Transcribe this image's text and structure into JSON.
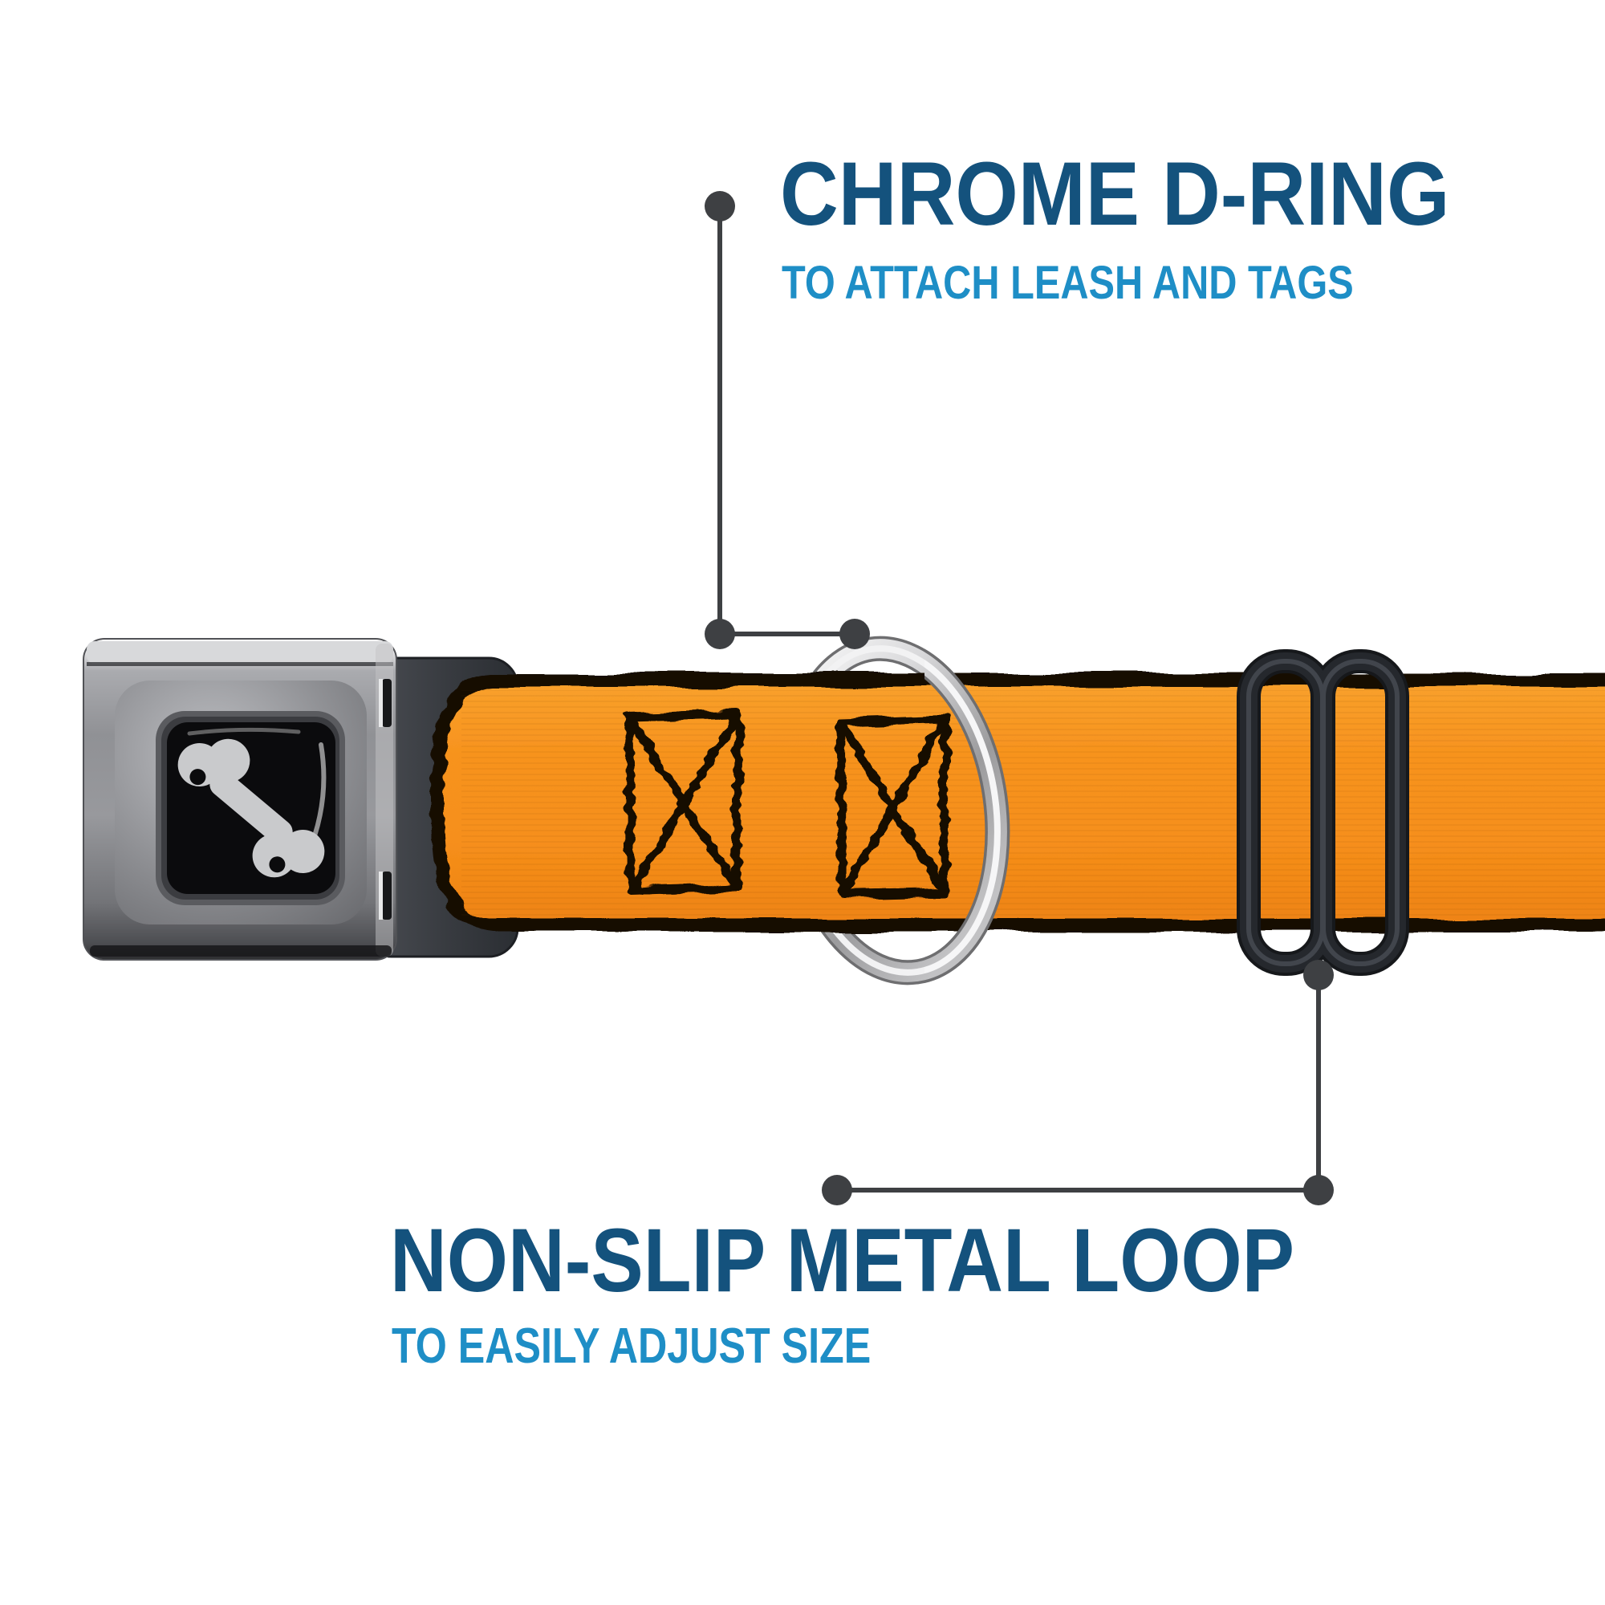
{
  "callouts": {
    "top": {
      "title": "CHROME D-RING",
      "subtitle": "TO ATTACH LEASH AND TAGS"
    },
    "bottom": {
      "title": "NON-SLIP METAL LOOP",
      "subtitle": "TO EASILY ADJUST SIZE"
    }
  },
  "colors": {
    "title_blue": "#14527D",
    "subtitle_blue": "#1E8EC6",
    "callout_line_gray": "#3E4043",
    "strap_orange": "#F7921E",
    "strap_edge_black": "#170C03",
    "buckle_silver": "#97989C",
    "buckle_window_black": "#0B0B0D",
    "bone_gray": "#C9CACC",
    "dring_chrome": "#D8D8DA",
    "slider_black": "#202327"
  },
  "icons": {
    "bone_logo": "bone-icon",
    "d_ring": "d-ring",
    "slider_loop": "slider-loop",
    "buckle": "seatbelt-buckle"
  }
}
